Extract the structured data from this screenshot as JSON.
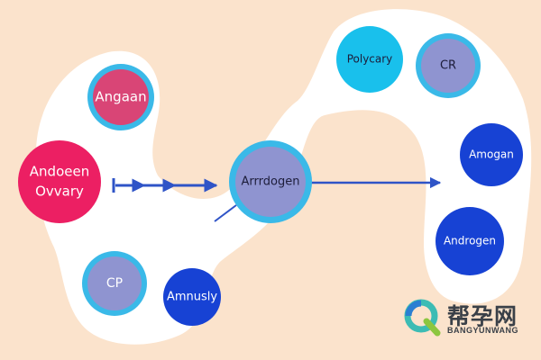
{
  "colors": {
    "background": "#fbe3cc",
    "blob": "#ffffff",
    "ring": "#3ab9e8",
    "lavender": "#8f94d0",
    "crimson": "#d94576",
    "hot_pink": "#ec1f63",
    "royal_blue": "#1742d4",
    "cyan": "#19c0ec",
    "arrow": "#2f54c7",
    "label_dark": "#1d1d3a",
    "label_light": "#ffffff"
  },
  "nodes": {
    "angaan": "Angaan",
    "androgen_ovary": [
      "Andoeen",
      "Ovvary"
    ],
    "cp_left": "CP",
    "amnusly": "Amnusly",
    "androgen_center": "Arrrdogen",
    "polycary": "Polycary",
    "cr": "CR",
    "amogan": "Amogan",
    "androgen_right": "Androgen"
  },
  "watermark": {
    "title": "帮孕网",
    "subtitle": "BANGYUNWANG"
  }
}
